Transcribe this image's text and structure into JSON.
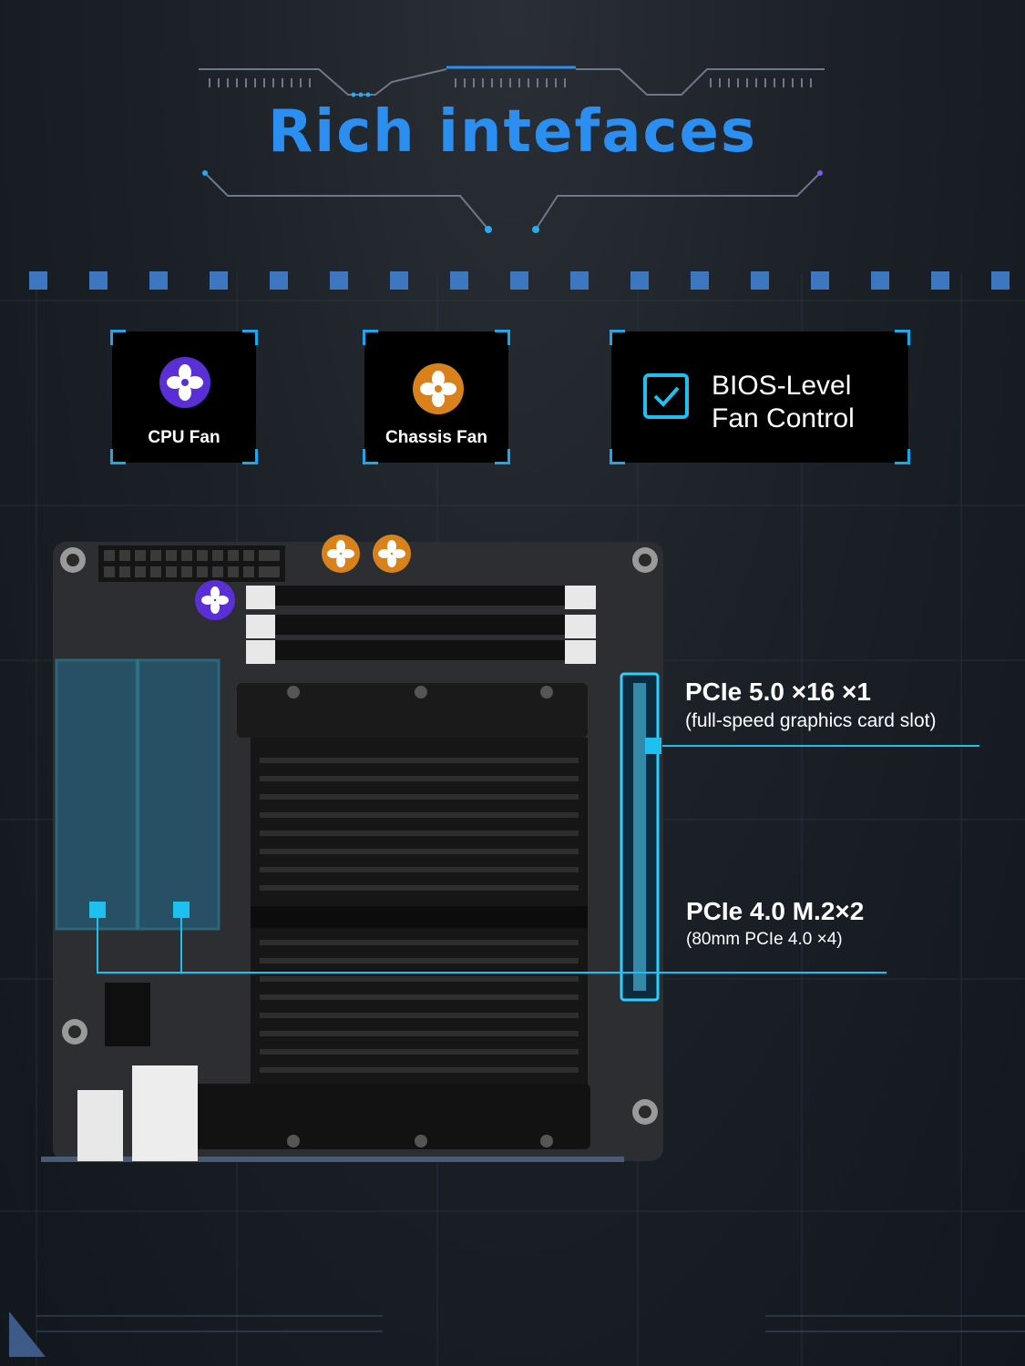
{
  "title": "Rich intefaces",
  "fan_cards": [
    {
      "label": "CPU Fan",
      "icon": "fan-icon",
      "color": "#5a2fd6"
    },
    {
      "label": "Chassis Fan",
      "icon": "fan-icon",
      "color": "#d9821c"
    }
  ],
  "bios_card": {
    "icon": "checkbox-icon",
    "line1": "BIOS-Level",
    "line2": "Fan Control"
  },
  "callouts": [
    {
      "title": "PCIe 5.0 ×16 ×1",
      "subtitle": "(full-speed graphics card slot)"
    },
    {
      "title": "PCIe 4.0 M.2×2",
      "subtitle": "(80mm PCIe 4.0 ×4)"
    }
  ],
  "colors": {
    "accent_blue": "#2a8ff0",
    "highlight_cyan": "#1ec0f0",
    "fan_purple": "#5a2fd6",
    "fan_orange": "#d9821c"
  }
}
